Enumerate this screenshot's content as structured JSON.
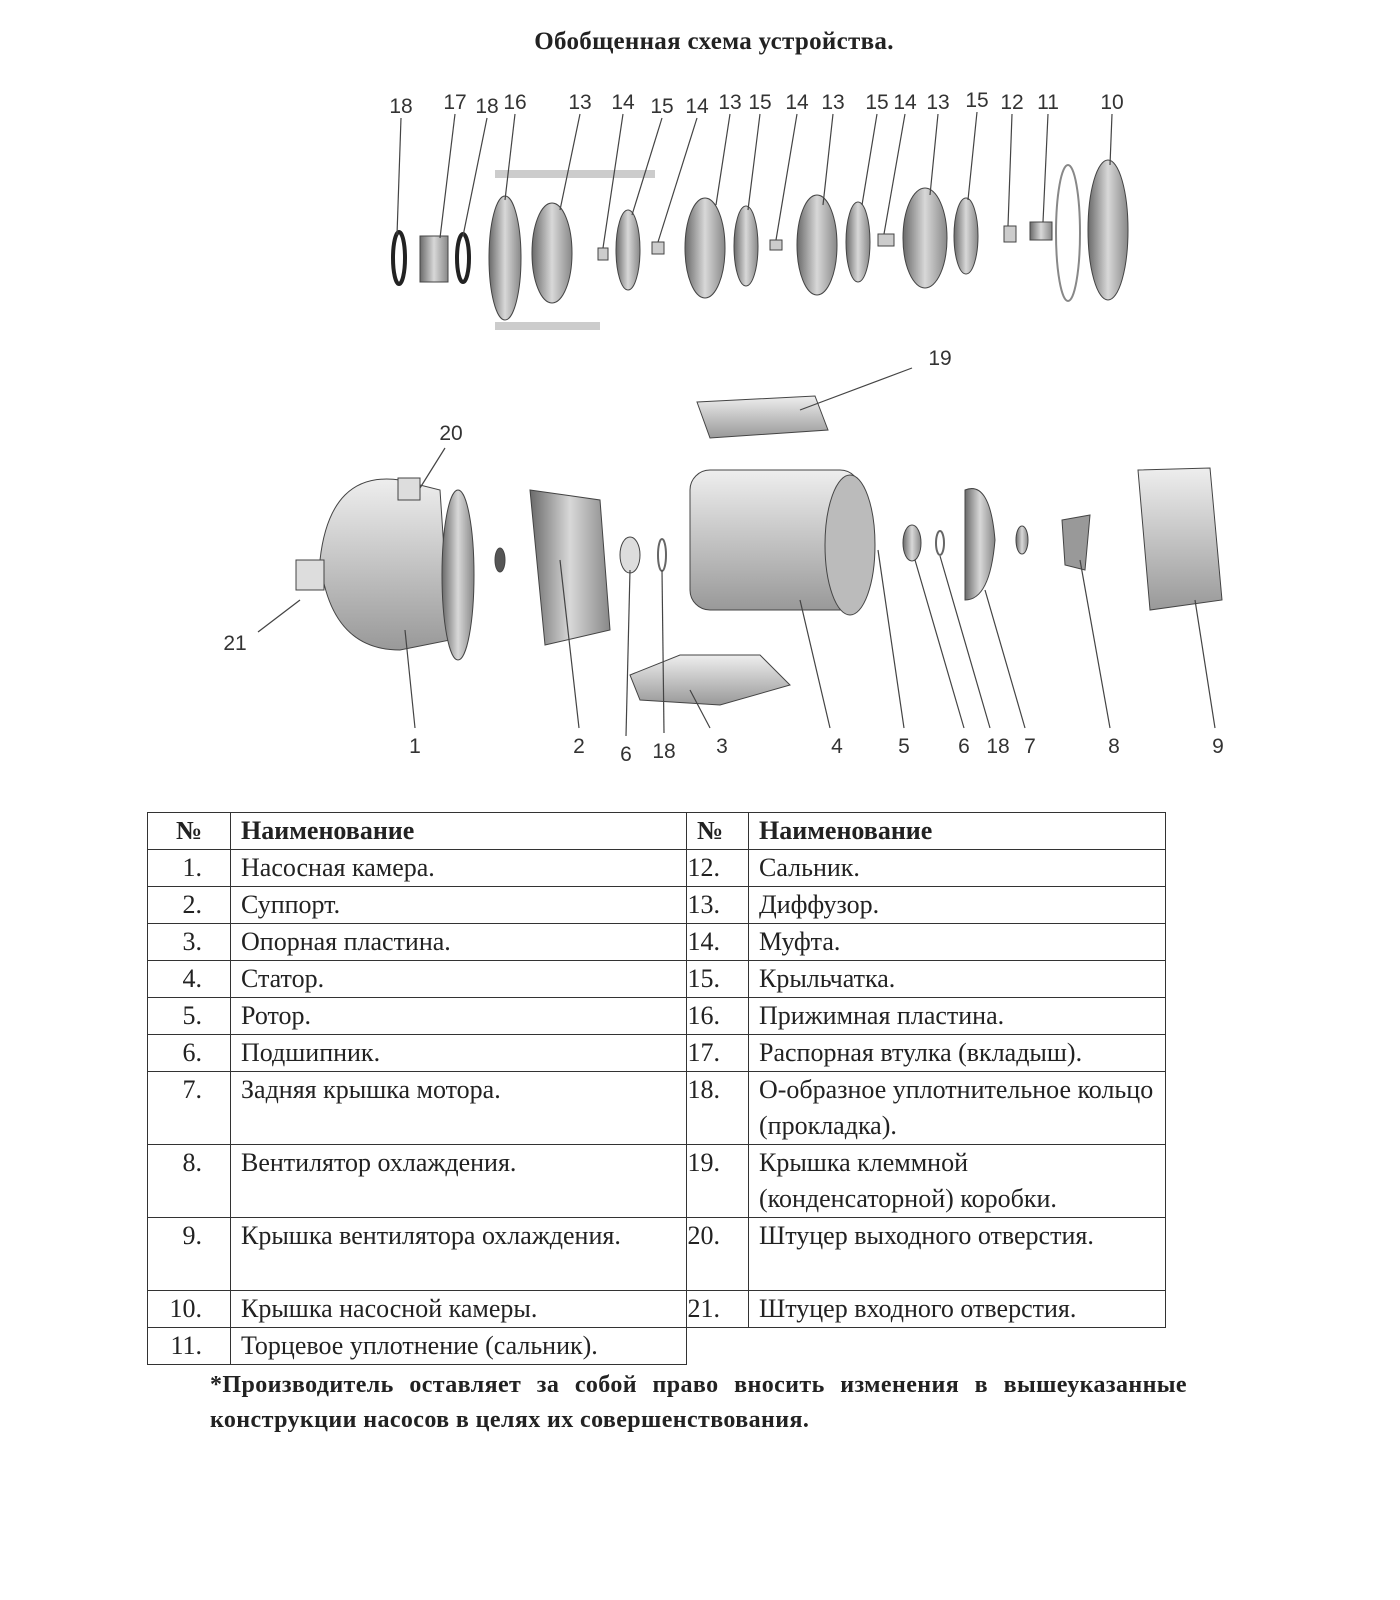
{
  "title": "Обобщенная схема устройства.",
  "diagram": {
    "top_labels": [
      "18",
      "17",
      "18",
      "16",
      "13",
      "14",
      "15",
      "14",
      "13",
      "15",
      "14",
      "13",
      "15",
      "14",
      "13",
      "15",
      "12",
      "11",
      "10"
    ],
    "bottom_labels": [
      "19",
      "20",
      "21",
      "1",
      "2",
      "6",
      "18",
      "3",
      "4",
      "5",
      "6",
      "18",
      "7",
      "8",
      "9"
    ]
  },
  "table": {
    "header": {
      "num": "№",
      "name": "Наименование"
    },
    "left": [
      {
        "num": "1.",
        "name": "Насосная камера."
      },
      {
        "num": "2.",
        "name": "Суппорт."
      },
      {
        "num": "3.",
        "name": "Опорная пластина."
      },
      {
        "num": "4.",
        "name": "Статор."
      },
      {
        "num": "5.",
        "name": "Ротор."
      },
      {
        "num": "6.",
        "name": "Подшипник."
      },
      {
        "num": "7.",
        "name": "Задняя крышка мотора."
      },
      {
        "num": "8.",
        "name": "Вентилятор охлаждения."
      },
      {
        "num": "9.",
        "name": "Крышка вентилятора охлаждения."
      },
      {
        "num": "10.",
        "name": "Крышка насосной камеры."
      },
      {
        "num": "11.",
        "name": "Торцевое уплотнение (сальник)."
      }
    ],
    "right": [
      {
        "num": "12.",
        "name": "Сальник."
      },
      {
        "num": "13.",
        "name": "Диффузор."
      },
      {
        "num": "14.",
        "name": "Муфта."
      },
      {
        "num": "15.",
        "name": "Крыльчатка."
      },
      {
        "num": "16.",
        "name": "Прижимная пластина."
      },
      {
        "num": "17.",
        "name": "Распорная втулка (вкладыш)."
      },
      {
        "num": "18.",
        "name": "О-образное уплотнительное кольцо (прокладка)."
      },
      {
        "num": "19.",
        "name": "Крышка клеммной (конденсаторной) коробки."
      },
      {
        "num": "20.",
        "name": "Штуцер выходного отверстия."
      },
      {
        "num": "21.",
        "name": "Штуцер входного отверстия."
      }
    ]
  },
  "note": "*Производитель оставляет за собой право вносить изменения в вышеуказанные конструкции насосов в целях их совершенствования."
}
